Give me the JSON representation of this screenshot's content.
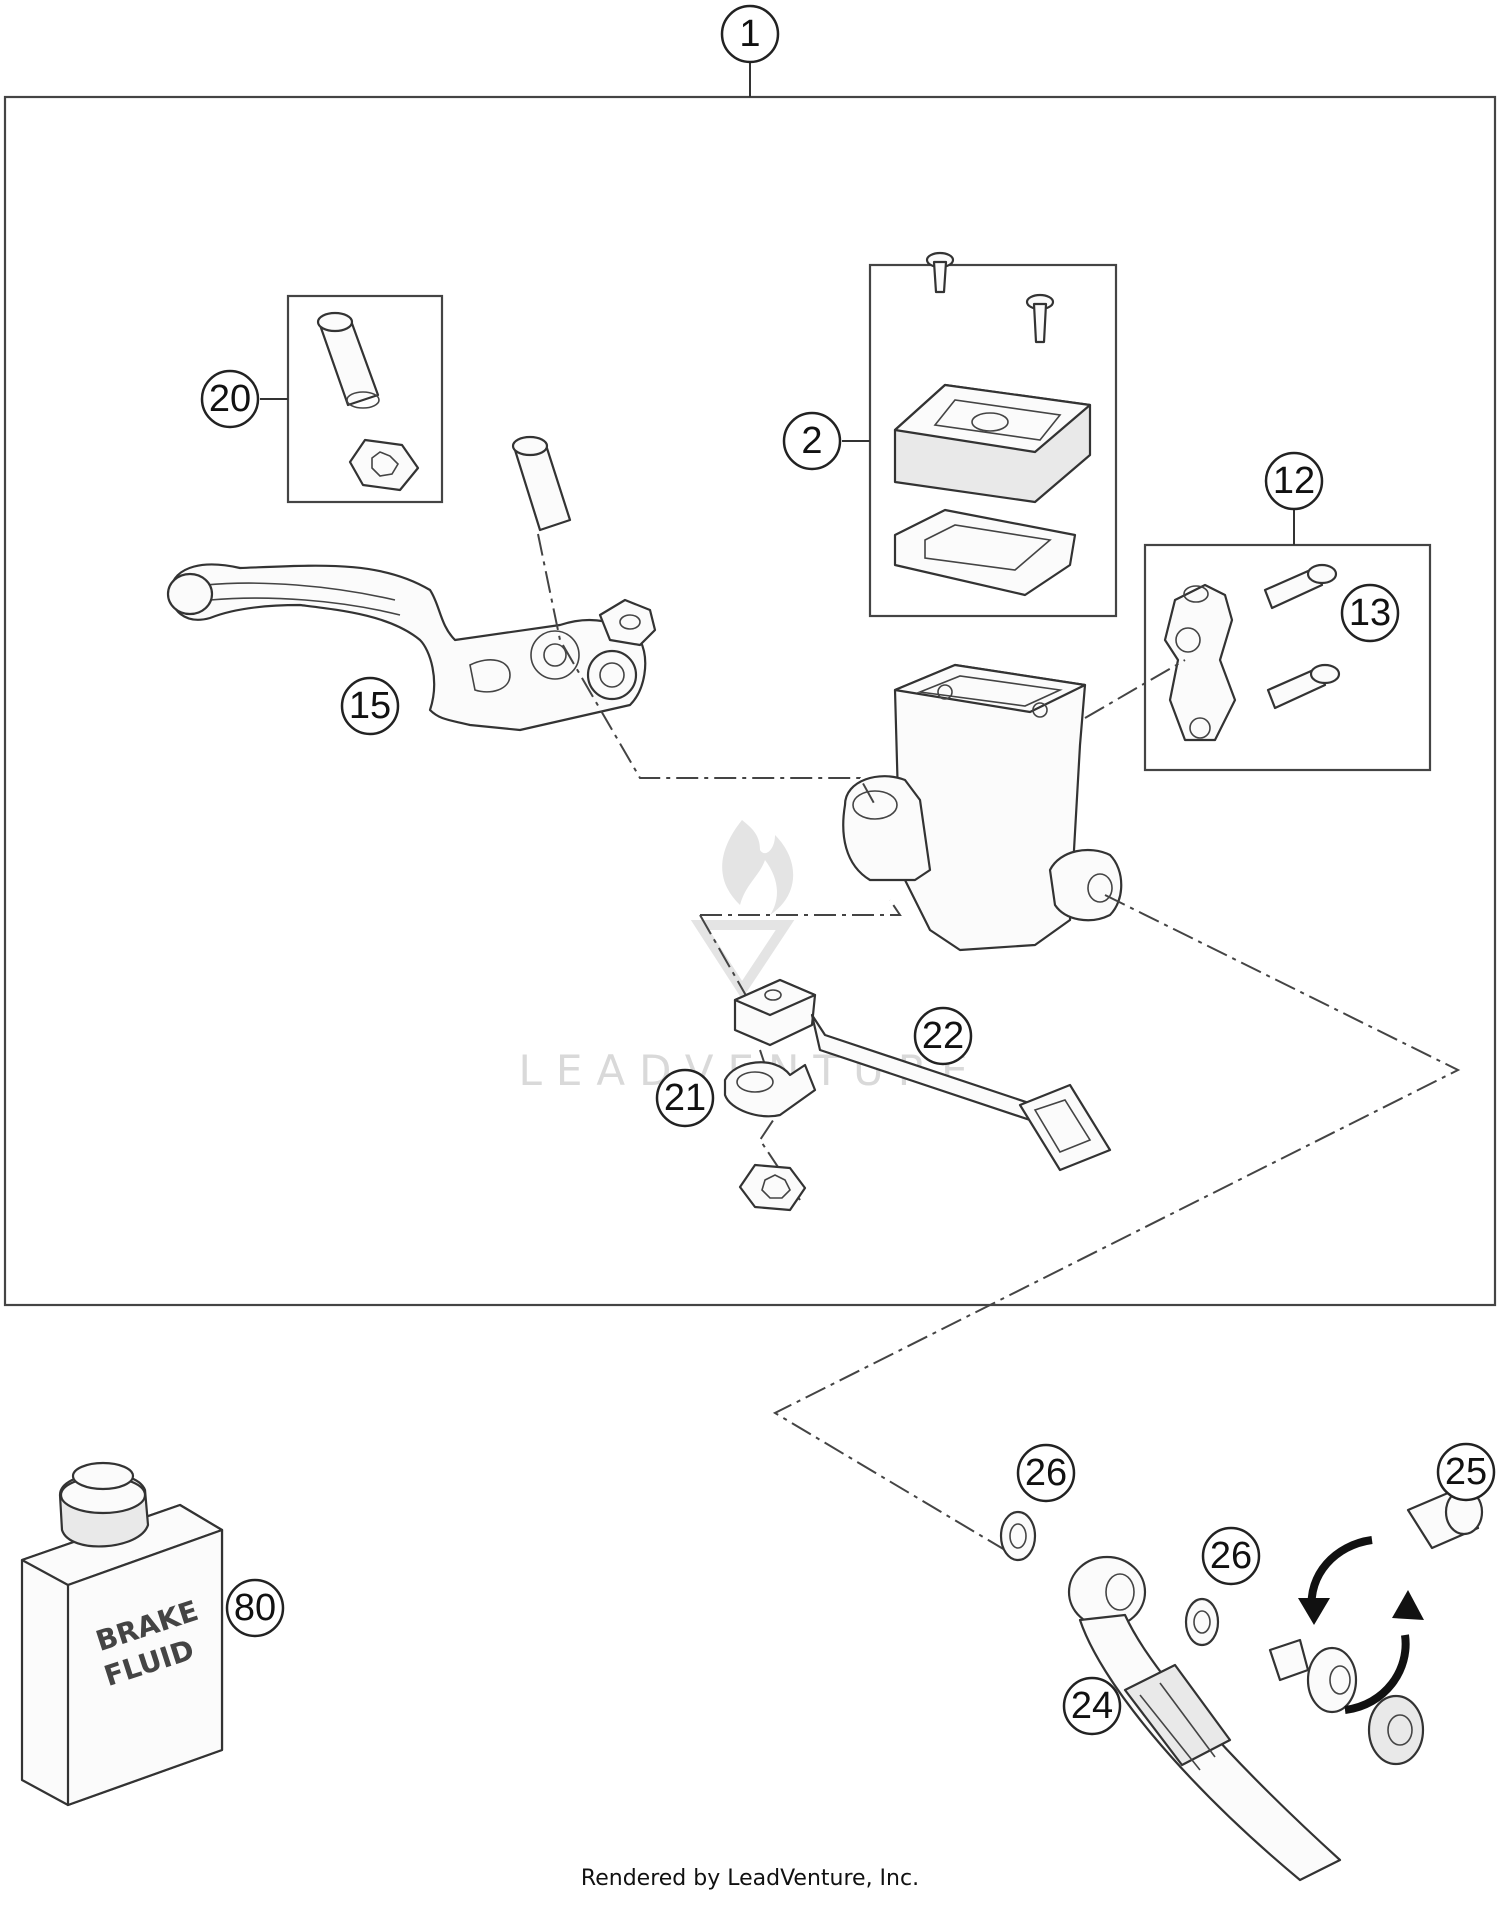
{
  "callouts": {
    "c1": "1",
    "c2": "2",
    "c12": "12",
    "c13": "13",
    "c15": "15",
    "c20": "20",
    "c21": "21",
    "c22": "22",
    "c24": "24",
    "c25": "25",
    "c26a": "26",
    "c26b": "26",
    "c80": "80"
  },
  "bottle_label": {
    "line1": "BRAKE",
    "line2": "FLUID"
  },
  "watermark": "LEADVENTURE",
  "credit": "Rendered by LeadVenture, Inc."
}
